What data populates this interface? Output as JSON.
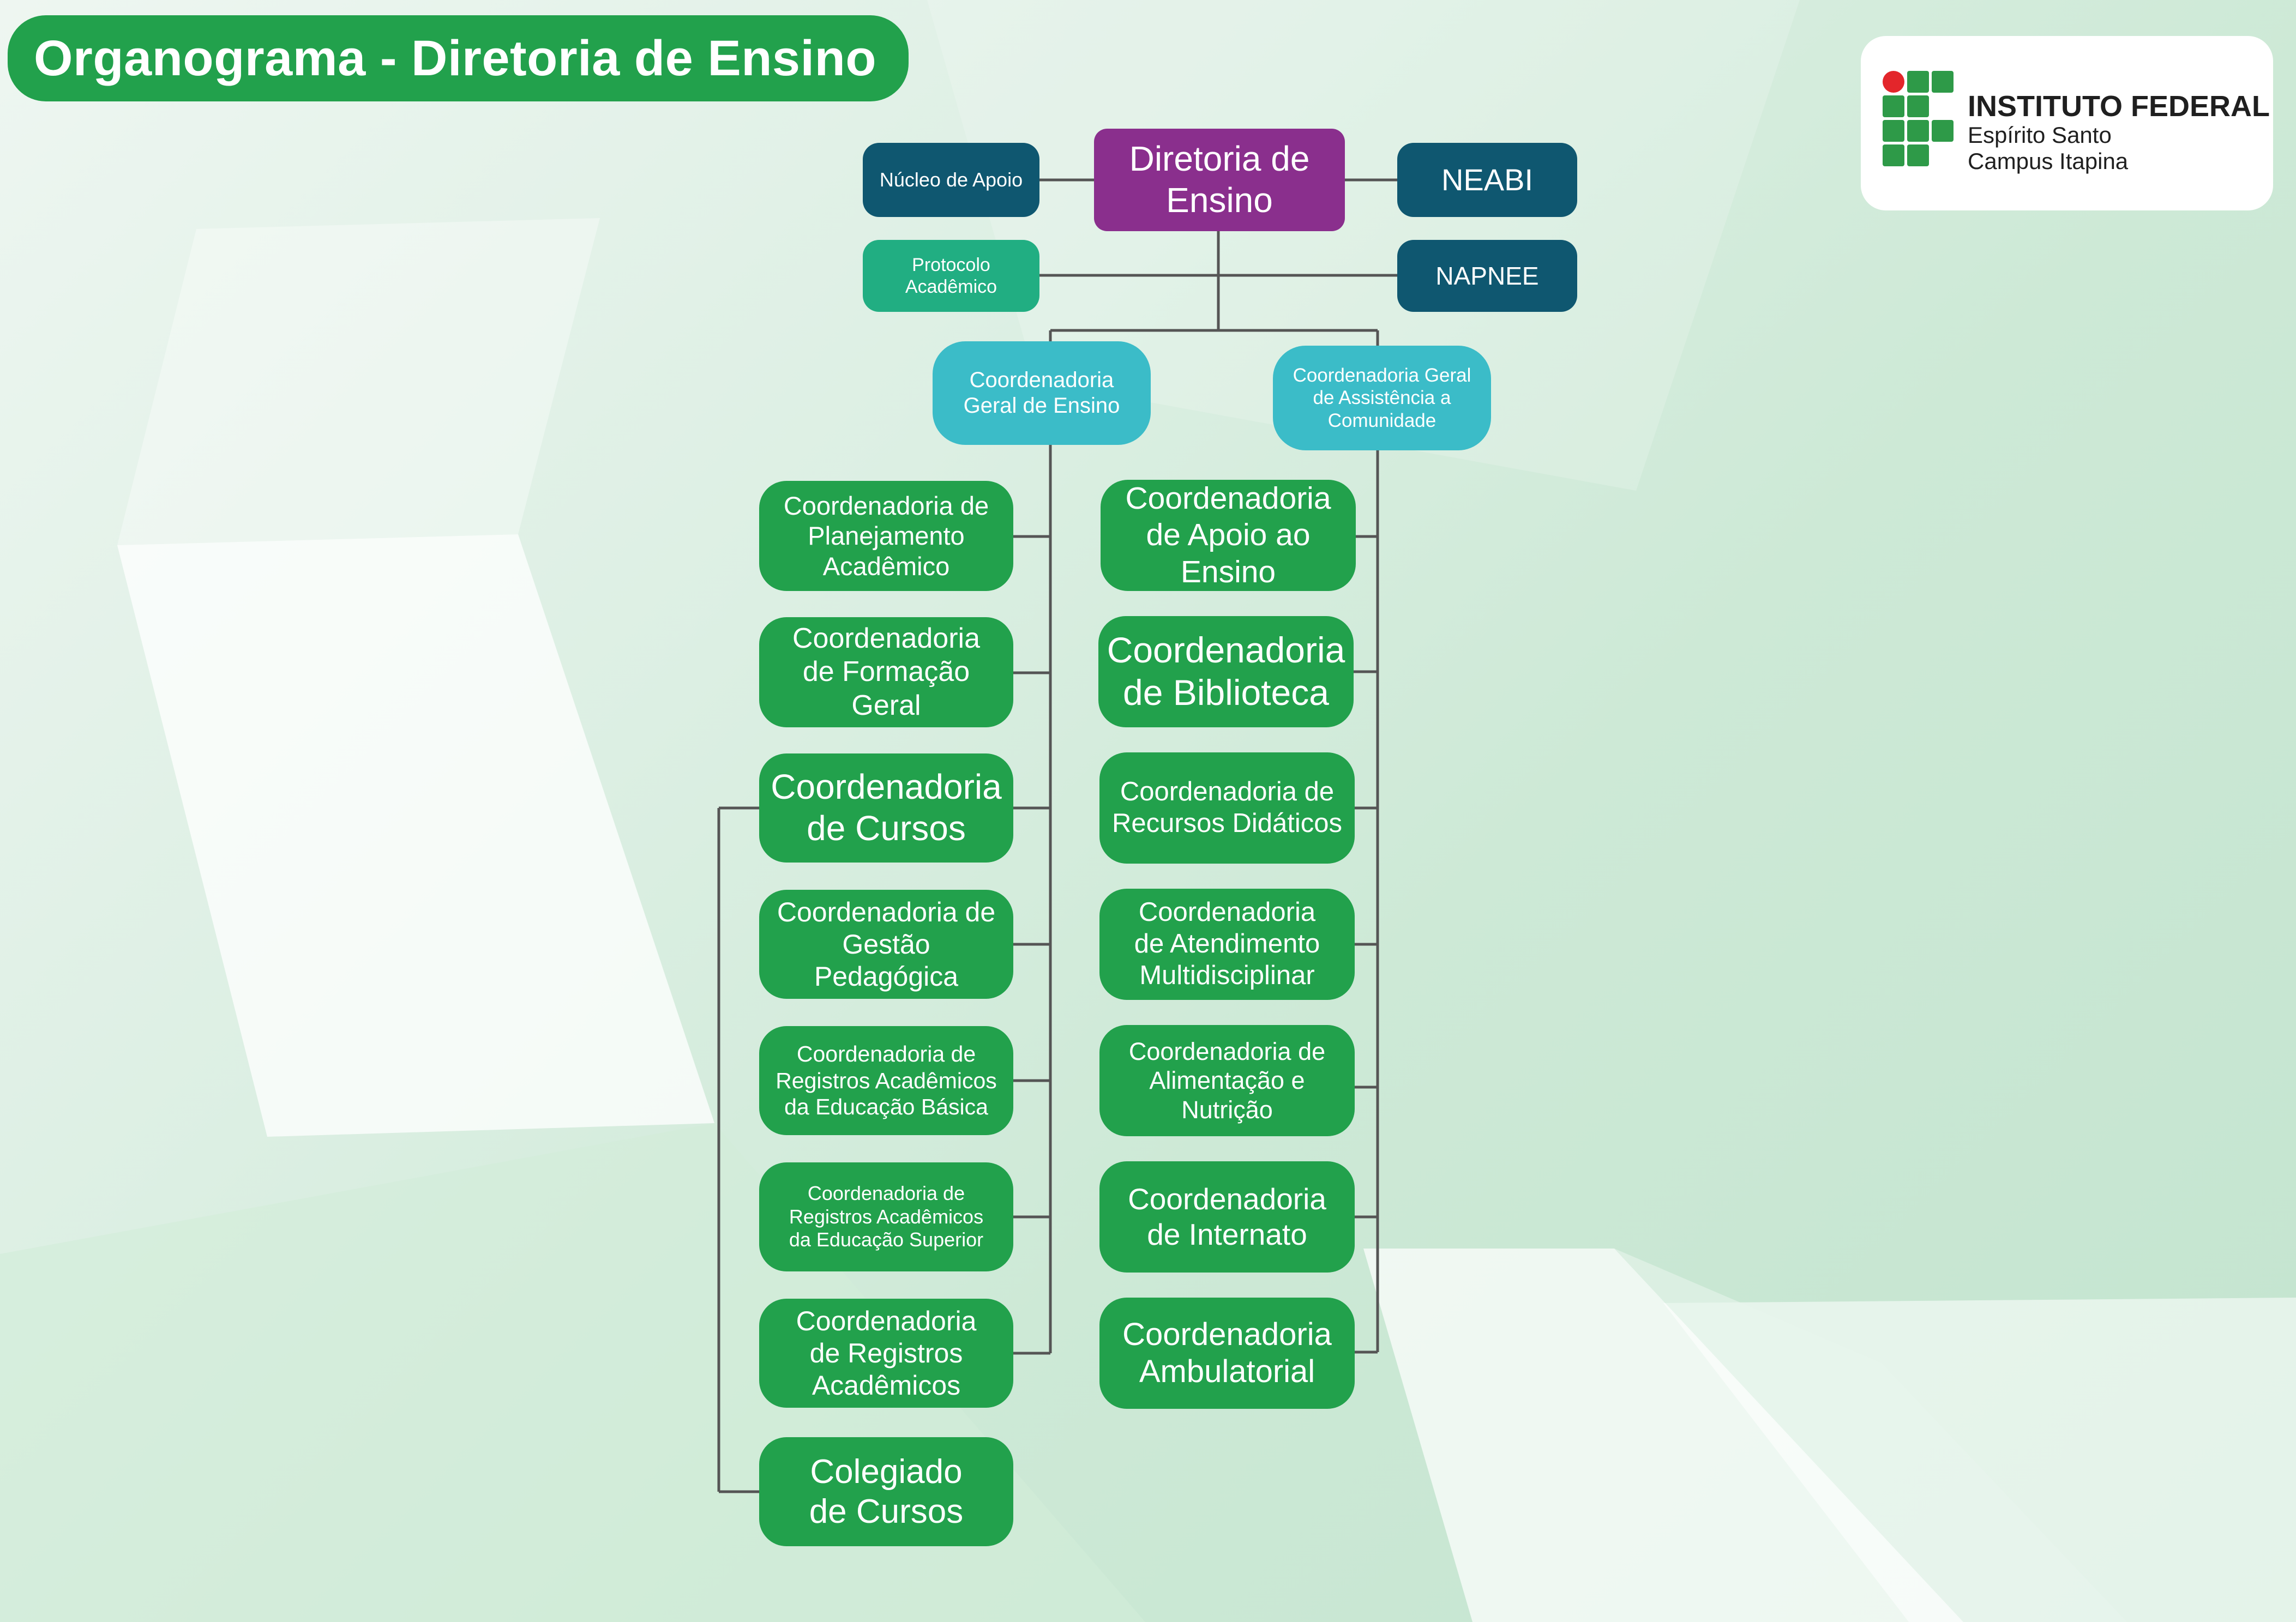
{
  "title": "Organograma - Diretoria de Ensino",
  "logo": {
    "line1": "INSTITUTO FEDERAL",
    "line2": "Espírito Santo",
    "line3": "Campus Itapina",
    "grid_color": "#2e9a48",
    "dot_color": "#e3262b"
  },
  "colors": {
    "green": "#22a14c",
    "purple": "#8a2f8d",
    "navy": "#0f5770",
    "teal": "#21ae82",
    "cyan": "#3bbcc8",
    "line": "#555555"
  },
  "top": {
    "diretoria": "Diretoria de Ensino",
    "nucleo": "Núcleo de Apoio",
    "neabi": "NEABI",
    "protocolo": "Protocolo Acadêmico",
    "napnee": "NAPNEE"
  },
  "geral": {
    "ensino": "Coordenadoria Geral de Ensino",
    "assistencia": "Coordenadoria Geral de Assistência a Comunidade"
  },
  "left": {
    "planejamento": "Coordenadoria de Planejamento Acadêmico",
    "formacao": "Coordenadoria de Formação Geral",
    "cursos": "Coordenadoria de Cursos",
    "gestao": "Coordenadoria de Gestão Pedagógica",
    "reg_basica": "Coordenadoria de Registros Acadêmicos da Educação Básica",
    "reg_superior": "Coordenadoria de Registros Acadêmicos da Educação Superior",
    "registros": "Coordenadoria de Registros Acadêmicos",
    "colegiado": "Colegiado de Cursos"
  },
  "right": {
    "apoio": "Coordenadoria de Apoio ao Ensino",
    "biblioteca": "Coordenadoria de Biblioteca",
    "recursos": "Coordenadoria de Recursos Didáticos",
    "atendimento": "Coordenadoria de Atendimento Multidisciplinar",
    "alimentacao": "Coordenadoria de Alimentação e Nutrição",
    "internato": "Coordenadoria de Internato",
    "ambulatorial": "Coordenadoria Ambulatorial"
  }
}
